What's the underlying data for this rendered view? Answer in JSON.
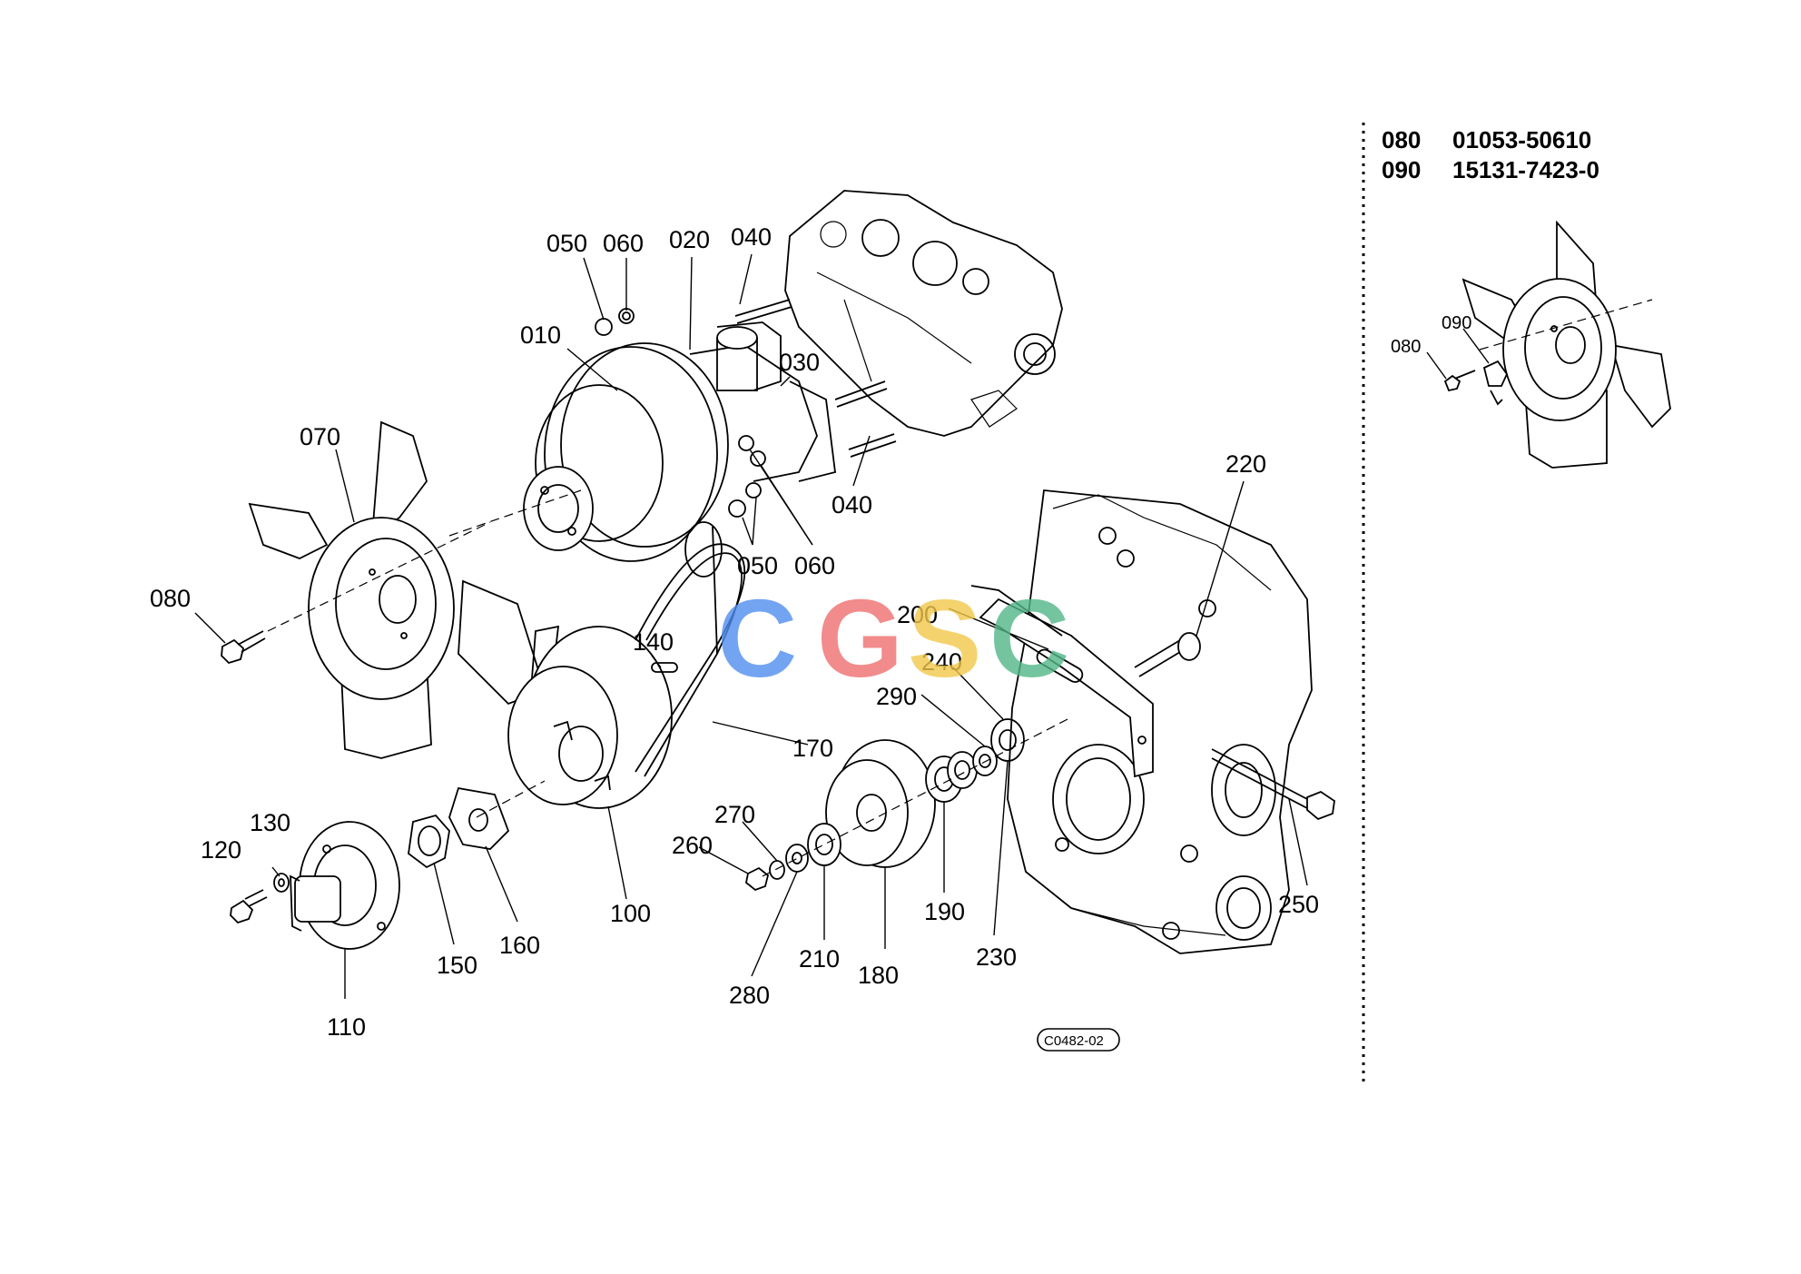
{
  "labels": {
    "p010": "010",
    "p020": "020",
    "p030": "030",
    "p040a": "040",
    "p040b": "040",
    "p050a": "050",
    "p050b": "050",
    "p060a": "060",
    "p060b": "060",
    "p070": "070",
    "p080": "080",
    "p100": "100",
    "p110": "110",
    "p120": "120",
    "p130": "130",
    "p140": "140",
    "p150": "150",
    "p160": "160",
    "p170": "170",
    "p180": "180",
    "p190": "190",
    "p200": "200",
    "p210": "210",
    "p220": "220",
    "p230": "230",
    "p240": "240",
    "p250": "250",
    "p260": "260",
    "p270": "270",
    "p280": "280",
    "p290": "290"
  },
  "diagram_code": "C0482-02",
  "reference_table": [
    {
      "ref": "080",
      "part_no": "01053-50610"
    },
    {
      "ref": "090",
      "part_no": "15131-7423-0"
    }
  ],
  "inset_labels": {
    "i080": "080",
    "i090": "090"
  },
  "watermark": {
    "letters": [
      "C",
      "G",
      "S",
      "C"
    ],
    "colors": [
      "#4f8ef0",
      "#ef6f6f",
      "#f2c94c",
      "#52b788"
    ]
  }
}
